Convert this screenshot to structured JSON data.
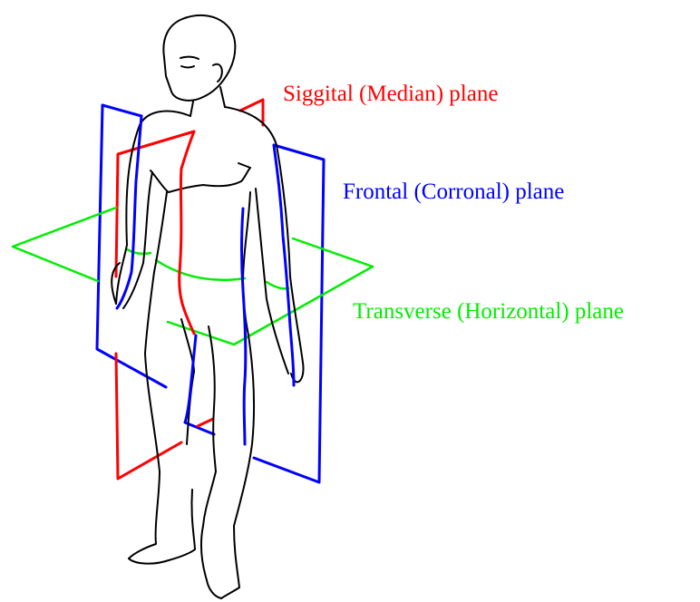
{
  "labels": {
    "sagittal": "Siggital (Median) plane",
    "frontal": "Frontal (Corronal) plane",
    "transverse": "Transverse (Horizontal) plane"
  },
  "colors": {
    "sagittal": "#ff0000",
    "frontal": "#0000ff",
    "transverse": "#00ee00",
    "body_outline": "#000000"
  }
}
